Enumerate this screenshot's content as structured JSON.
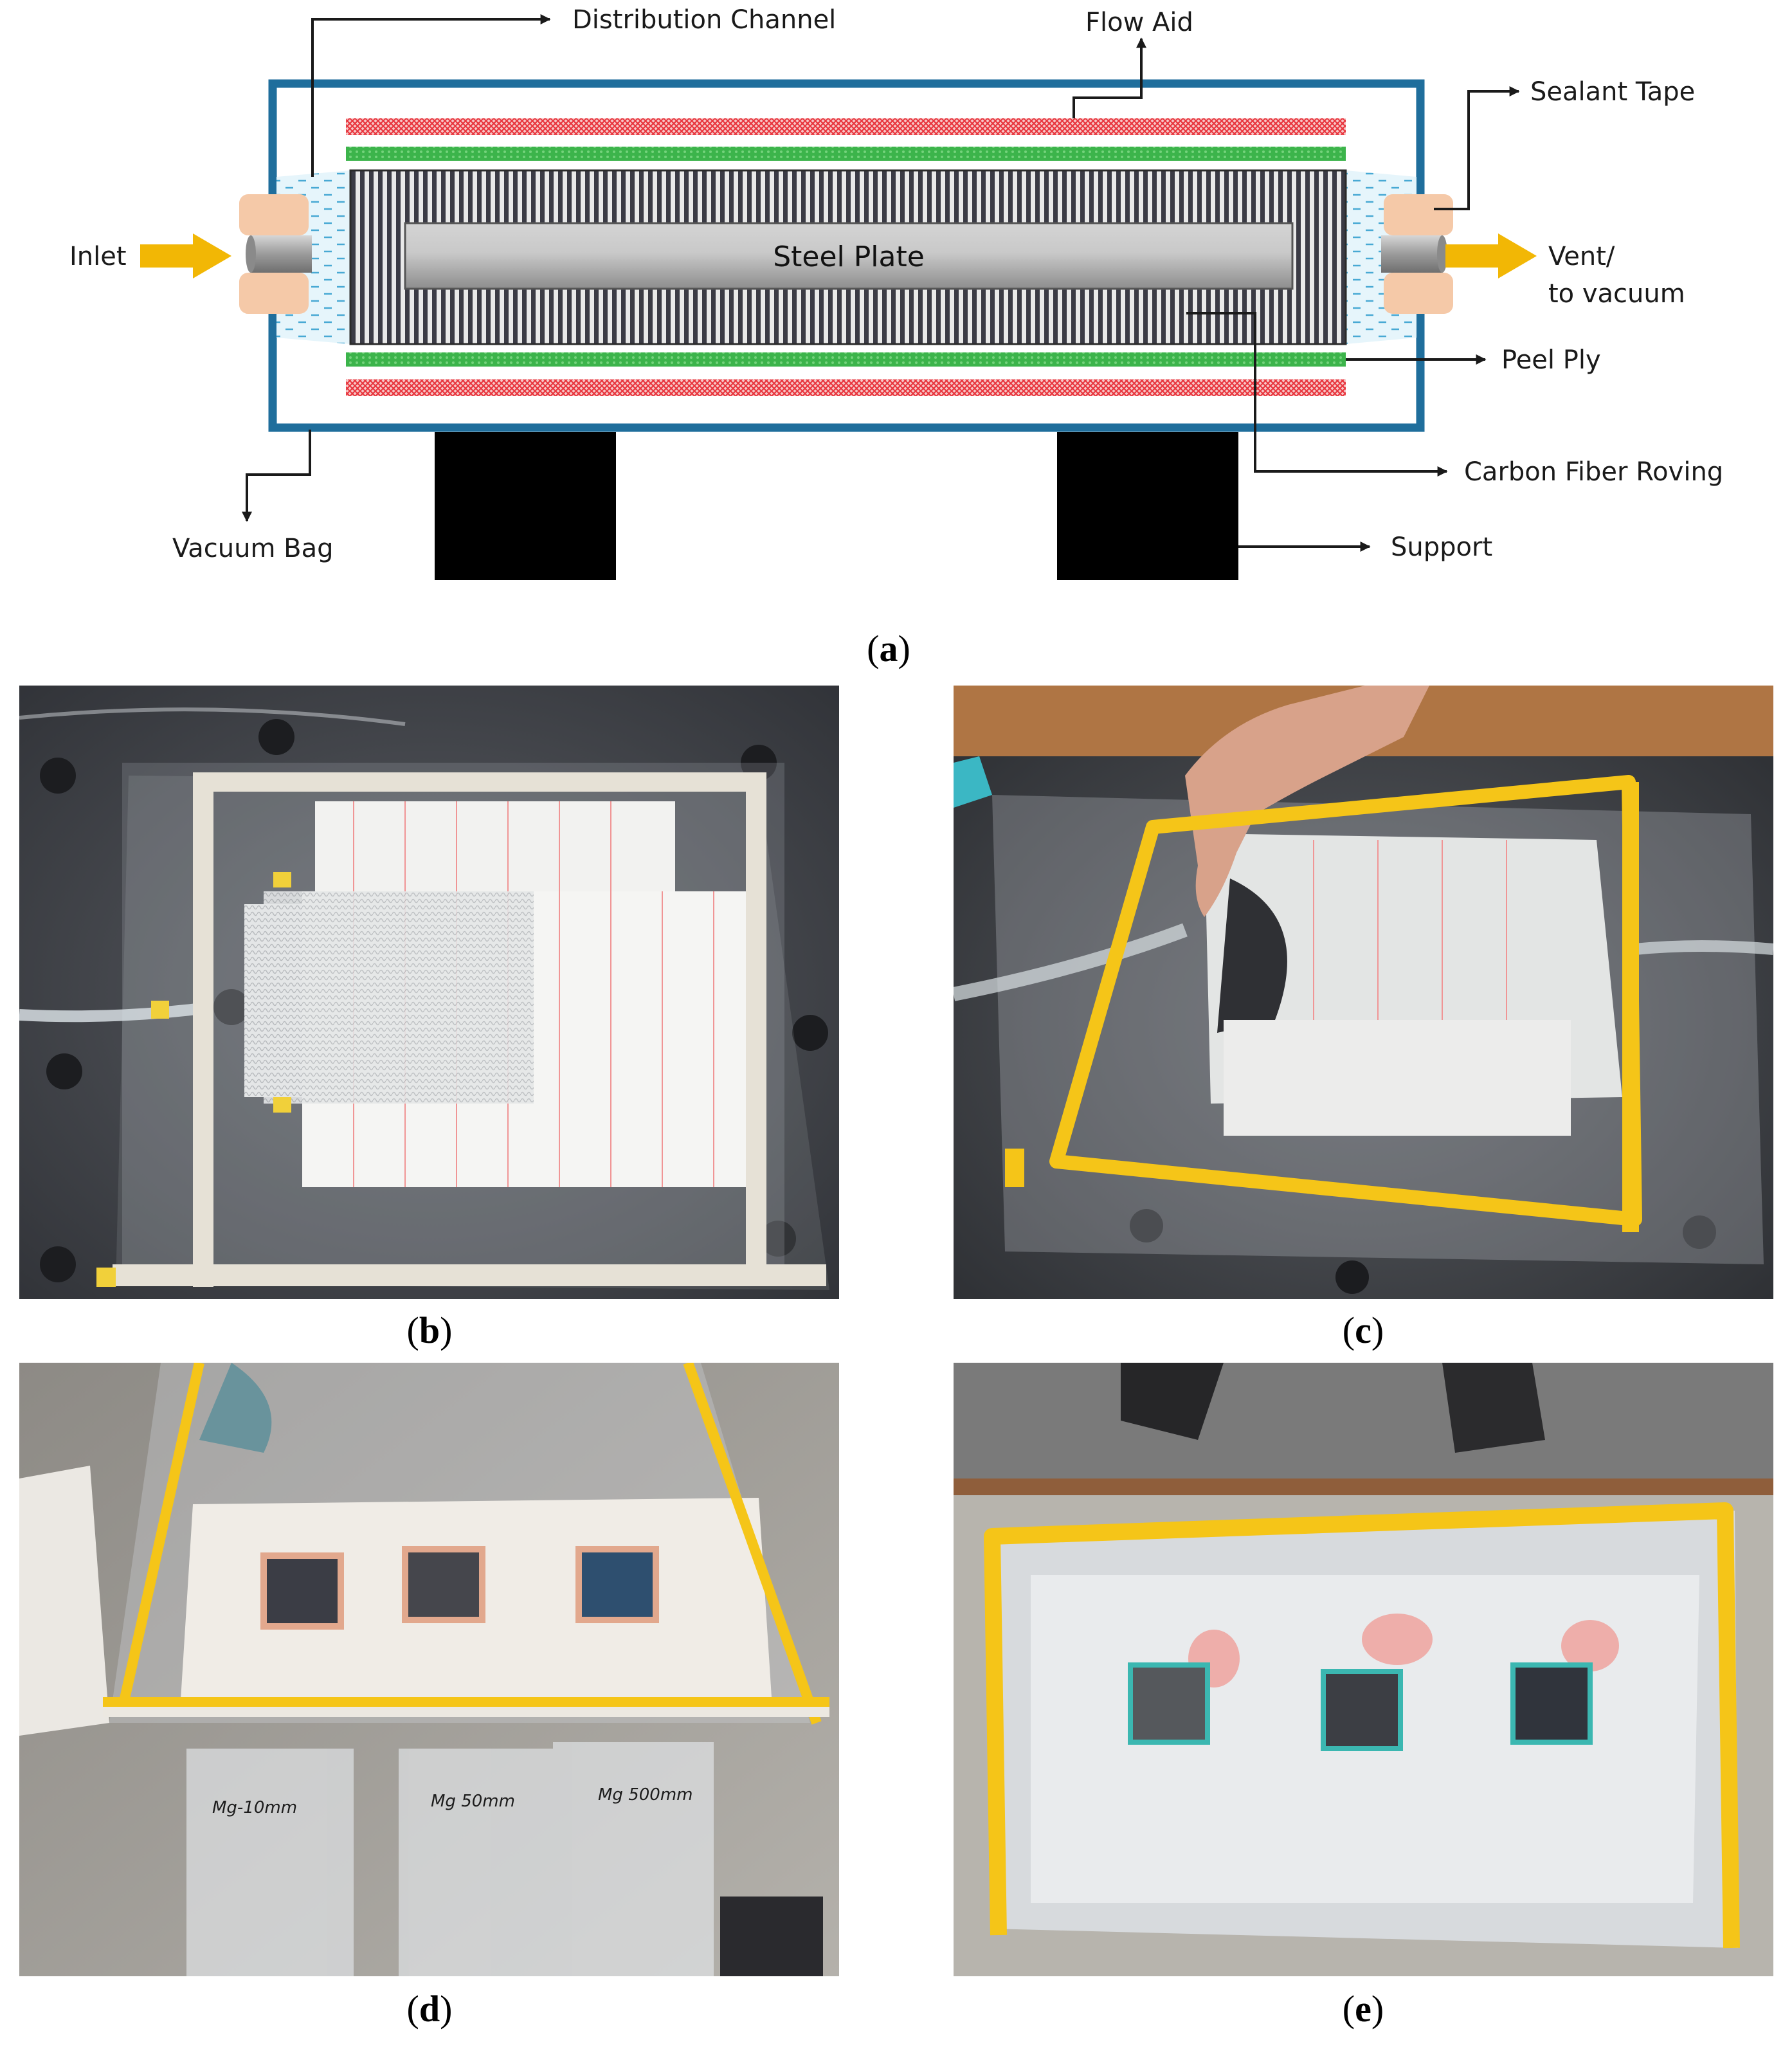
{
  "diagram": {
    "labels": {
      "distribution_channel": "Distribution Channel",
      "flow_aid": "Flow Aid",
      "sealant_tape": "Sealant Tape",
      "inlet": "Inlet",
      "steel_plate": "Steel Plate",
      "vent_line1": "Vent/",
      "vent_line2": "to vacuum",
      "peel_ply": "Peel Ply",
      "carbon_fiber_roving": "Carbon Fiber Roving",
      "vacuum_bag": "Vacuum Bag",
      "support": "Support"
    },
    "colors": {
      "bag_border": "#1f6e9c",
      "flow_aid": "#e8313a",
      "peel_ply": "#3cb44b",
      "arrow": "#f2b705",
      "sealant": "#f5c9a8",
      "support": "#000000"
    }
  },
  "captions": {
    "a": "a",
    "b": "b",
    "c": "c",
    "d": "d",
    "e": "e"
  },
  "photos": {
    "d_bag_labels": [
      "Mg-10mm",
      "Mg 50mm",
      "Mg 500mm"
    ]
  }
}
